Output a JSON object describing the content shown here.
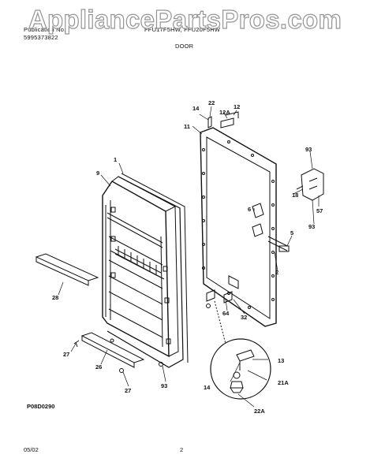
{
  "header": {
    "left_line1": "Publication No.",
    "left_line2": "5995373822",
    "center_line1": "FFU17F5HW, FFU20F5HW",
    "center_line2": "DOOR"
  },
  "watermark": "AppliancePartsPros.com",
  "figure_id": "P08D0290",
  "footer": {
    "date": "05/02",
    "page": "2"
  },
  "part_labels": [
    "1",
    "2",
    "5",
    "6",
    "9",
    "11",
    "12",
    "12A",
    "13",
    "14",
    "14",
    "18",
    "21A",
    "22",
    "22A",
    "26",
    "27",
    "27",
    "28",
    "32",
    "57",
    "64",
    "93",
    "93",
    "93"
  ]
}
